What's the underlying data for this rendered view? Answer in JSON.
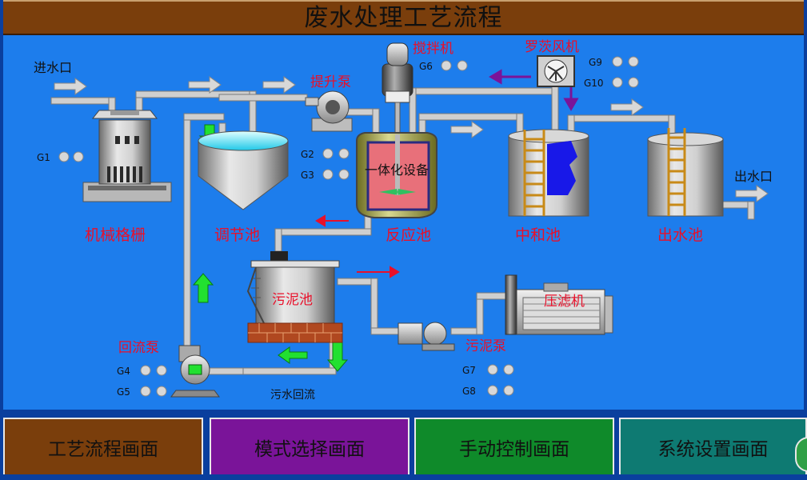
{
  "title": "废水处理工艺流程",
  "labels": {
    "inlet": "进水口",
    "outlet": "出水口",
    "lift_pump": "提升泵",
    "mixer": "搅拌机",
    "roots_blower": "罗茨风机",
    "integrated_equipment": "一体化设备",
    "sludge_tank": "污泥池",
    "filter_press": "压滤机",
    "return_pump": "回流泵",
    "sludge_pump": "污泥泵",
    "sewage_return": "污水回流"
  },
  "units": {
    "screen": "机械格栅",
    "regulating_tank": "调节池",
    "reaction_tank": "反应池",
    "neutralization_tank": "中和池",
    "outlet_tank": "出水池"
  },
  "indicators": {
    "g1": "G1",
    "g2": "G2",
    "g3": "G3",
    "g4": "G4",
    "g5": "G5",
    "g6": "G6",
    "g7": "G7",
    "g8": "G8",
    "g9": "G9",
    "g10": "G10"
  },
  "nav": {
    "process": "工艺流程画面",
    "mode": "模式选择画面",
    "manual": "手动控制画面",
    "settings": "系统设置画面"
  },
  "colors": {
    "title_bg": "#7A3E0C",
    "canvas_bg": "#1D7DEC",
    "label_red": "#E8102A",
    "arrow_green": "#22E030",
    "nav_process": "#7A3E0C",
    "nav_mode": "#7A1499",
    "nav_manual": "#0F8A2A",
    "nav_settings": "#0E7A72"
  }
}
